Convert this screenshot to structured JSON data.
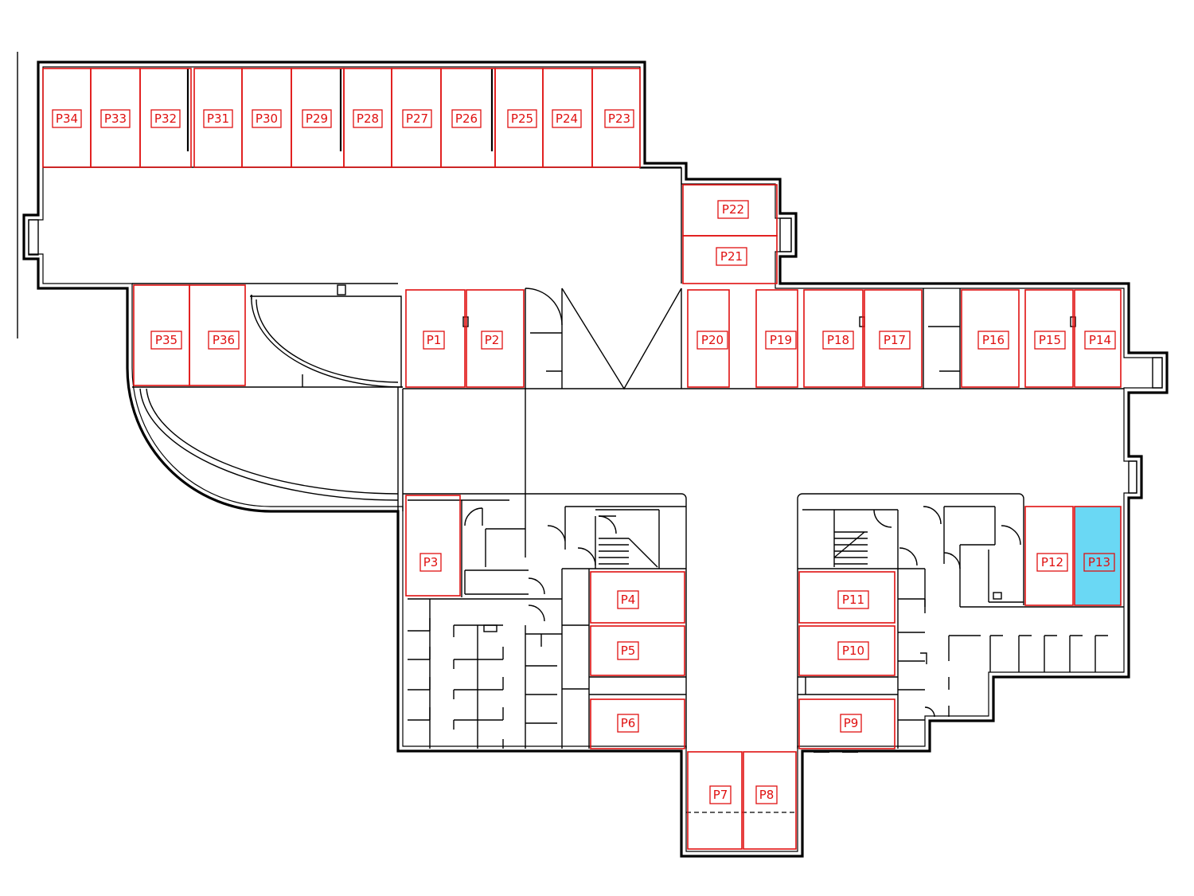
{
  "colors": {
    "space_outline": "#e01010",
    "selected_fill": "#6ad8f4",
    "walls": "#000000"
  },
  "spaces": [
    {
      "id": "P34"
    },
    {
      "id": "P33"
    },
    {
      "id": "P32"
    },
    {
      "id": "P31"
    },
    {
      "id": "P30"
    },
    {
      "id": "P29"
    },
    {
      "id": "P28"
    },
    {
      "id": "P27"
    },
    {
      "id": "P26"
    },
    {
      "id": "P25"
    },
    {
      "id": "P24"
    },
    {
      "id": "P23"
    },
    {
      "id": "P22"
    },
    {
      "id": "P21"
    },
    {
      "id": "P35"
    },
    {
      "id": "P36"
    },
    {
      "id": "P1"
    },
    {
      "id": "P2"
    },
    {
      "id": "P20"
    },
    {
      "id": "P19"
    },
    {
      "id": "P18"
    },
    {
      "id": "P17"
    },
    {
      "id": "P16"
    },
    {
      "id": "P15"
    },
    {
      "id": "P14"
    },
    {
      "id": "P3"
    },
    {
      "id": "P4"
    },
    {
      "id": "P5"
    },
    {
      "id": "P6"
    },
    {
      "id": "P11"
    },
    {
      "id": "P10"
    },
    {
      "id": "P9"
    },
    {
      "id": "P12"
    },
    {
      "id": "P13",
      "selected": true
    },
    {
      "id": "P7"
    },
    {
      "id": "P8"
    }
  ]
}
